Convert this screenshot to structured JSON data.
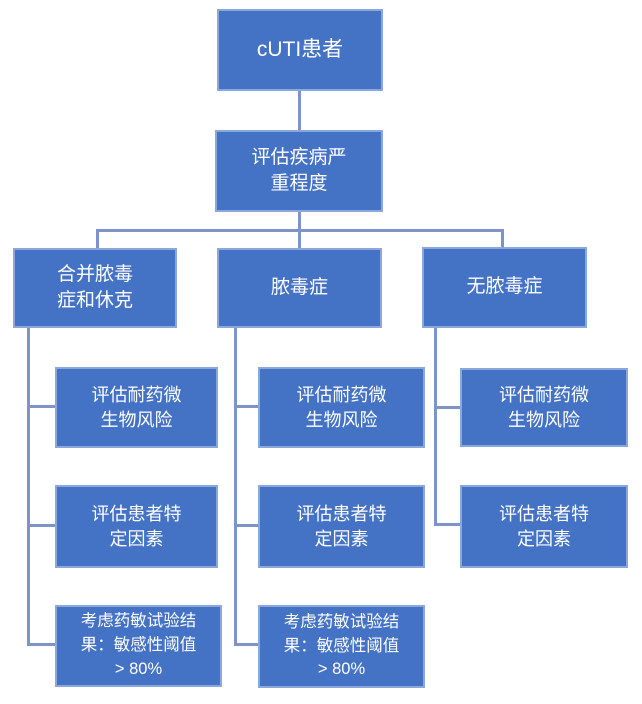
{
  "colors": {
    "background": "#ffffff",
    "box_fill": "#4472C4",
    "box_border": "#8BA7DB",
    "connector": "#7D93C9",
    "text": "#FFFFFF"
  },
  "nodes": {
    "patient": {
      "label": "cUTI患者"
    },
    "severity": {
      "label": "评估疾病严\n重程度"
    },
    "sepsis_shock": {
      "label": "合并脓毒\n症和休克"
    },
    "sepsis": {
      "label": "脓毒症"
    },
    "no_sepsis": {
      "label": "无脓毒症"
    },
    "resist_left": {
      "label": "评估耐药微\n生物风险"
    },
    "resist_mid": {
      "label": "评估耐药微\n生物风险"
    },
    "resist_right": {
      "label": "评估耐药微\n生物风险"
    },
    "factors_left": {
      "label": "评估患者特\n定因素"
    },
    "factors_mid": {
      "label": "评估患者特\n定因素"
    },
    "factors_right": {
      "label": "评估患者特\n定因素"
    },
    "susceptibility_left": {
      "label": "考虑药敏试验结\n果：敏感性阈值\n> 80%"
    },
    "susceptibility_mid": {
      "label": "考虑药敏试验结\n果：敏感性阈值\n> 80%"
    }
  }
}
